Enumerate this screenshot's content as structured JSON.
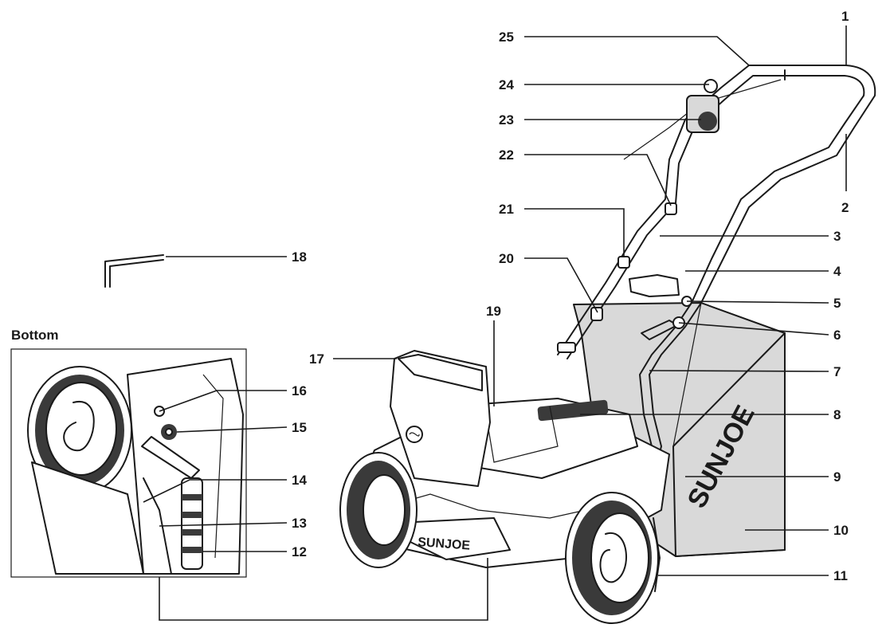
{
  "inset": {
    "title": "Bottom"
  },
  "brand": {
    "bag_logo": "SUNJOE",
    "deck_logo": "SUNJOE"
  },
  "callouts": [
    "1",
    "2",
    "3",
    "4",
    "5",
    "6",
    "7",
    "8",
    "9",
    "10",
    "11",
    "12",
    "13",
    "14",
    "15",
    "16",
    "17",
    "18",
    "19",
    "20",
    "21",
    "22",
    "23",
    "24",
    "25"
  ],
  "colors": {
    "ink": "#1a1a1a",
    "grass_bag": "#d9d9d9",
    "background": "#ffffff"
  }
}
